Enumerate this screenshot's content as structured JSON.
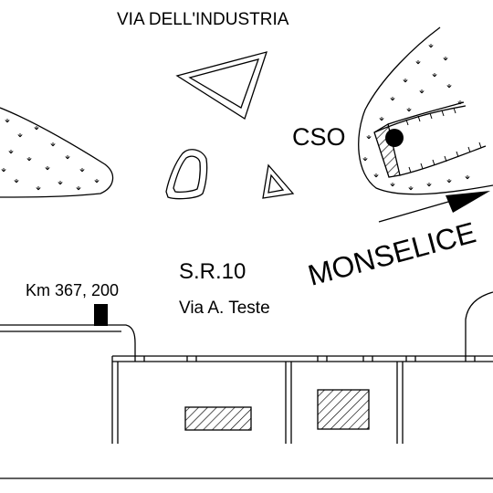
{
  "labels": {
    "street_north": "VIA DELL'INDUSTRIA",
    "cso": "CSO",
    "direction": "MONSELICE",
    "road_code": "S.R.10",
    "street_main": "Via A. Teste",
    "km_marker": "Km 367, 200"
  },
  "colors": {
    "ink": "#000000",
    "paper": "#ffffff"
  },
  "icons": {
    "cso_marker": "filled-circle",
    "direction_arrow": "arrow-right",
    "km_marker": "filled-rectangle"
  }
}
